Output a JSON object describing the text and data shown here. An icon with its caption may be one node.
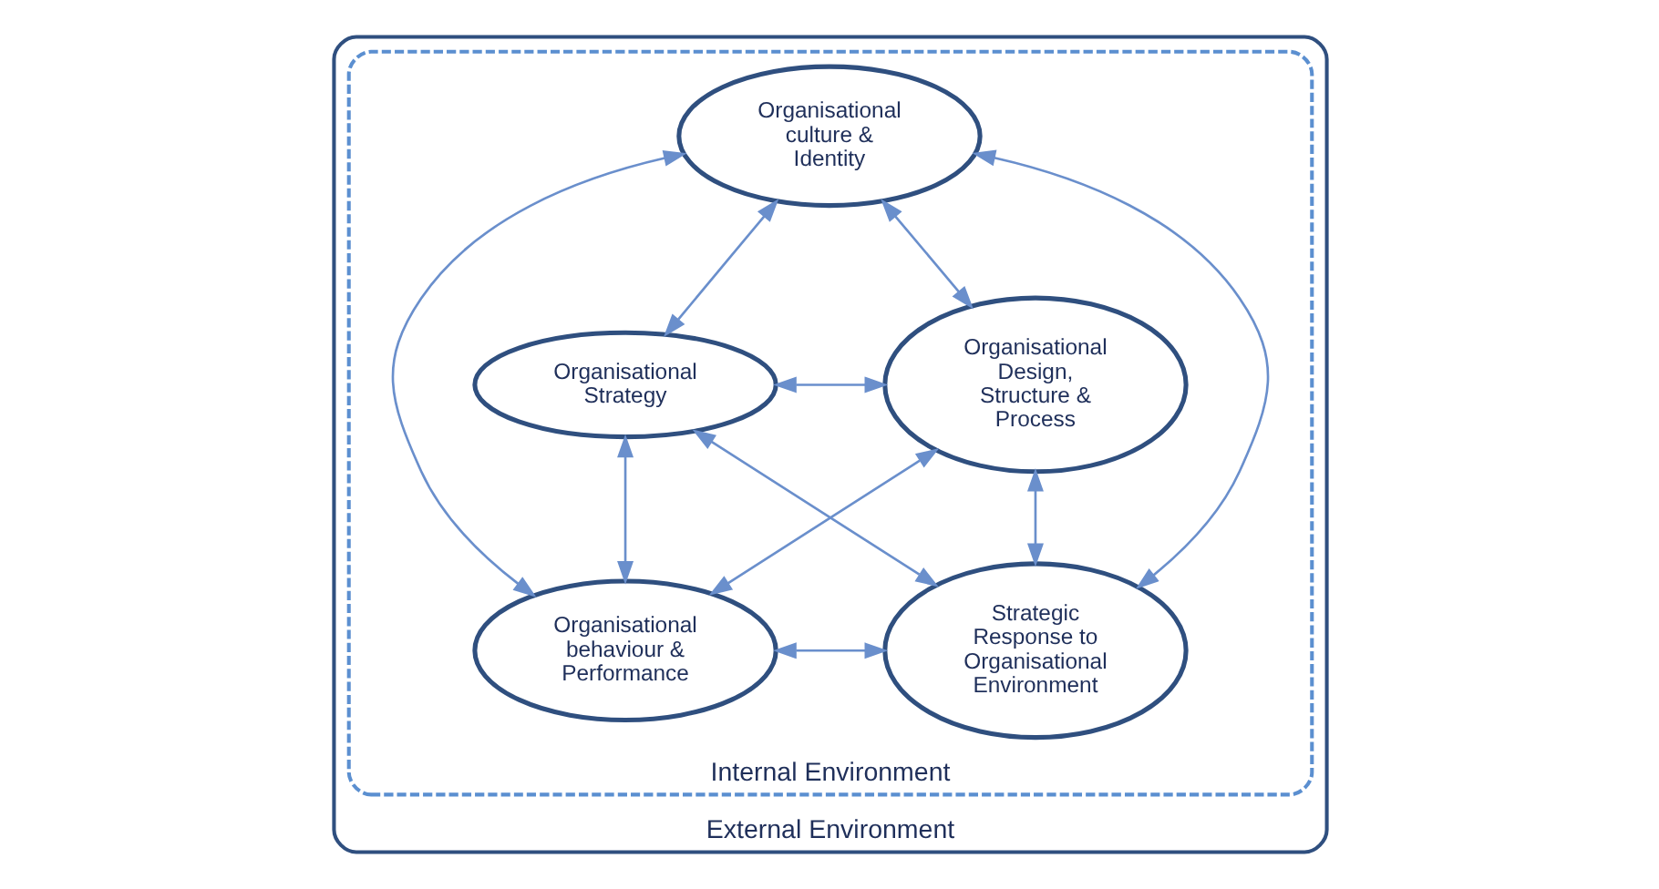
{
  "diagram": {
    "nodes": [
      {
        "text": [
          "External Environment"
        ]
      },
      {
        "text": [
          "Internal Environment"
        ],
        "in": 0
      },
      {
        "text": [
          "Organisational culture & Identity"
        ],
        "in": 1
      },
      {
        "text": [
          "Organisational Strategy"
        ],
        "in": 1
      },
      {
        "text": [
          "Organisational Design, Structure & Process"
        ],
        "in": 1
      },
      {
        "text": [
          "Organisational behaviour & Performance"
        ],
        "in": 1
      },
      {
        "text": [
          "Strategic Response to Organisational Environment"
        ],
        "in": 1
      }
    ],
    "edges": [
      {
        "from": 2,
        "to": 3,
        "arrow": "both"
      },
      {
        "from": 2,
        "to": 4,
        "arrow": "both"
      },
      {
        "from": 2,
        "to": 5,
        "arrow": "both"
      },
      {
        "from": 2,
        "to": 6,
        "arrow": "both"
      },
      {
        "from": 3,
        "to": 4,
        "arrow": "both"
      },
      {
        "from": 3,
        "to": 5,
        "arrow": "both"
      },
      {
        "from": 3,
        "to": 6,
        "arrow": "both"
      },
      {
        "from": 4,
        "to": 5,
        "arrow": "both"
      },
      {
        "from": 4,
        "to": 6,
        "arrow": "both"
      },
      {
        "from": 5,
        "to": 6,
        "arrow": "both"
      }
    ]
  }
}
